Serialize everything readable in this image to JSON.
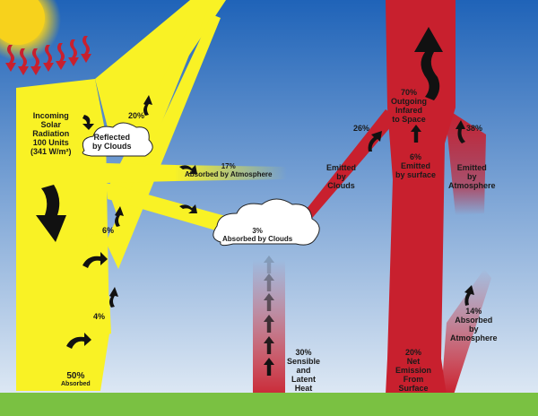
{
  "colors": {
    "sky_top": "#1f63b8",
    "sky_bottom": "#dde8f4",
    "ground": "#7ac142",
    "sun": "#f7d21c",
    "solar": "#f9f225",
    "infrared": "#c8202e",
    "arrow": "#111111",
    "incoming_rays": "#c8202e"
  },
  "incoming": {
    "line1": "Incoming",
    "line2": "Solar",
    "line3": "Radiation",
    "line4": "100 Units",
    "line5": "(341 W/m²)"
  },
  "reflected_clouds": {
    "line1": "Reflected",
    "line2": "by Clouds",
    "percent": "20%"
  },
  "absorbed_atmosphere": {
    "percent": "17%",
    "label": "Absorbed by Atmosphere"
  },
  "absorbed_clouds": {
    "percent": "3%",
    "label": "Absorbed by Clouds"
  },
  "surface_reflections": {
    "six": "6%",
    "four": "4%"
  },
  "absorbed_surface": {
    "percent": "50%",
    "label": "Absorbed"
  },
  "sensible_latent": {
    "percent": "30%",
    "line1": "Sensible",
    "line2": "and",
    "line3": "Latent",
    "line4": "Heat"
  },
  "outgoing": {
    "percent": "70%",
    "line1": "Outgoing",
    "line2": "Infared",
    "line3": "to Space"
  },
  "emitted_clouds": {
    "percent": "26%",
    "line1": "Emitted",
    "line2": "by",
    "line3": "Clouds"
  },
  "emitted_surface": {
    "percent": "6%",
    "line1": "Emitted",
    "line2": "by surface"
  },
  "emitted_atmosphere": {
    "percent": "38%",
    "line1": "Emitted",
    "line2": "by",
    "line3": "Atmosphere"
  },
  "absorbed_by_atmosphere_ir": {
    "percent": "14%",
    "line1": "Absorbed",
    "line2": "by",
    "line3": "Atmosphere"
  },
  "net_emission": {
    "percent": "20%",
    "line1": "Net",
    "line2": "Emission",
    "line3": "From",
    "line4": "Surface"
  }
}
